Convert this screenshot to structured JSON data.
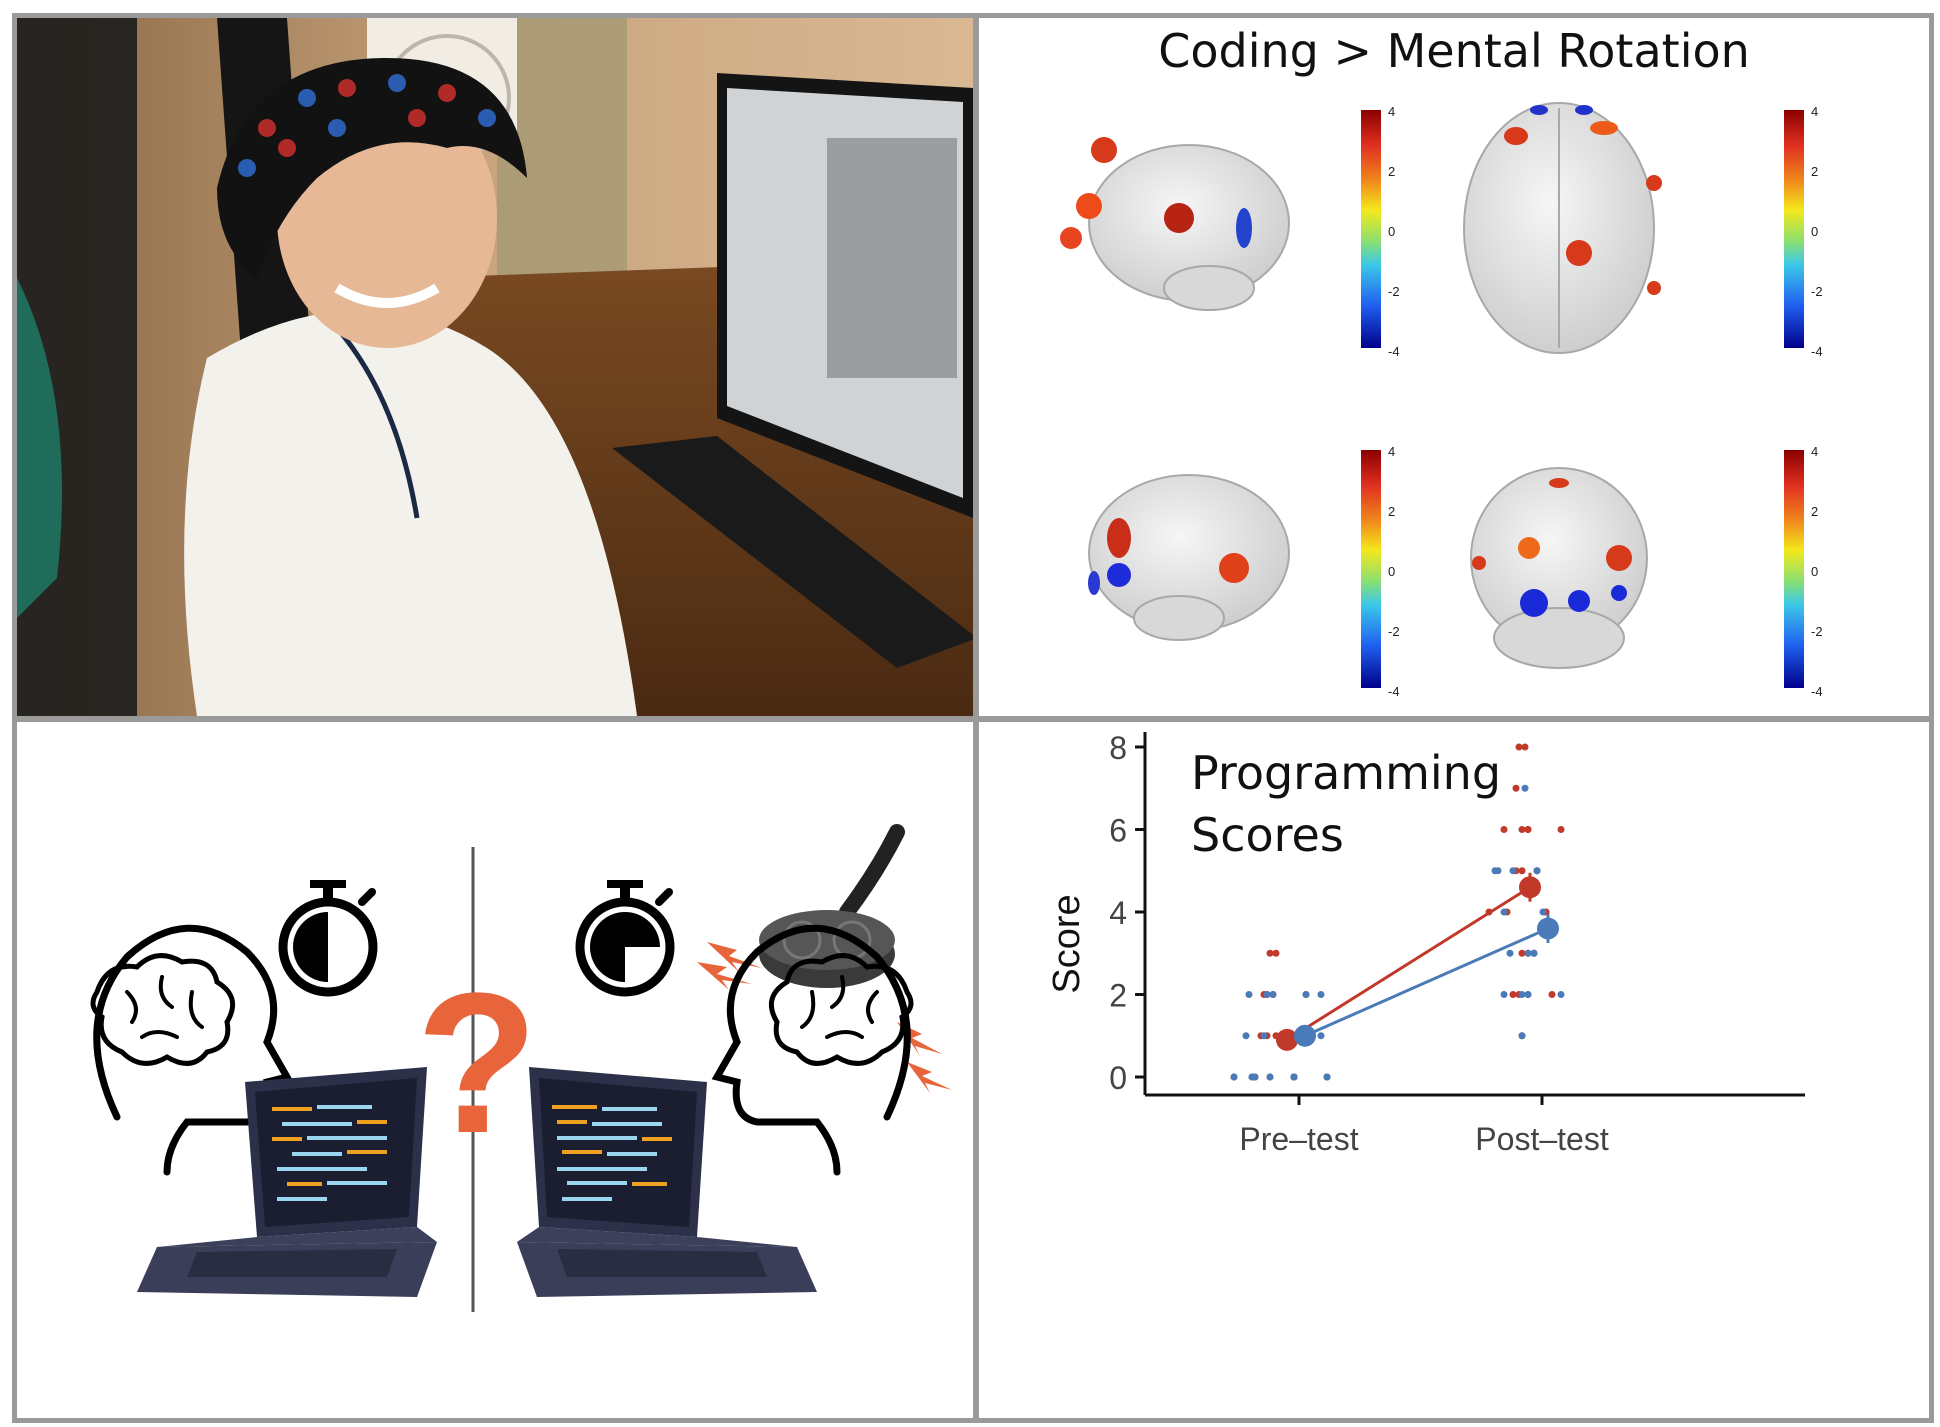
{
  "brain_panel": {
    "title": "Coding > Mental Rotation",
    "colorbar_ticks": [
      "4",
      "2",
      "0",
      "-2",
      "-4"
    ],
    "colorbar_colors": [
      "#8b0000",
      "#e03020",
      "#f08a1c",
      "#f4e81c",
      "#8ce070",
      "#3cc8e8",
      "#2060f0",
      "#00008b"
    ]
  },
  "illustration_panel": {
    "icons": [
      "brain-head-icon",
      "stopwatch-half-icon",
      "laptop-code-icon",
      "question-mark-icon",
      "stopwatch-three-quarter-icon",
      "tms-coil-icon",
      "brain-head-icon"
    ]
  },
  "chart_data": {
    "type": "scatter",
    "title": "Programming Scores",
    "ylabel": "Score",
    "xlabel": "",
    "categories": [
      "Pre–test",
      "Post–test"
    ],
    "ylim": [
      0,
      8
    ],
    "yticks": [
      "0",
      "2",
      "4",
      "6",
      "8"
    ],
    "grid": false,
    "colors": {
      "red": "#c0392b",
      "blue": "#4a7ab7"
    },
    "means": [
      {
        "series": "red",
        "values": [
          0.9,
          4.6
        ],
        "errors": [
          0.1,
          0.35
        ]
      },
      {
        "series": "blue",
        "values": [
          1.0,
          3.6
        ],
        "errors": [
          0.1,
          0.35
        ]
      }
    ],
    "points_red": [
      {
        "x": 0,
        "y": 2
      },
      {
        "x": 0,
        "y": 2
      },
      {
        "x": 0,
        "y": 2
      },
      {
        "x": 0,
        "y": 3
      },
      {
        "x": 0,
        "y": 3
      },
      {
        "x": 0,
        "y": 1
      },
      {
        "x": 0,
        "y": 1
      },
      {
        "x": 0,
        "y": 1
      },
      {
        "x": 0,
        "y": 1
      },
      {
        "x": 0,
        "y": 1
      },
      {
        "x": 0,
        "y": 0
      },
      {
        "x": 0,
        "y": 0
      },
      {
        "x": 0,
        "y": 0
      },
      {
        "x": 0,
        "y": 0
      },
      {
        "x": 0,
        "y": 0
      },
      {
        "x": 0,
        "y": 0
      },
      {
        "x": 0,
        "y": 0
      },
      {
        "x": 0,
        "y": 0
      },
      {
        "x": 0,
        "y": 2
      },
      {
        "x": 0,
        "y": 1
      },
      {
        "x": 1,
        "y": 8
      },
      {
        "x": 1,
        "y": 8
      },
      {
        "x": 1,
        "y": 7
      },
      {
        "x": 1,
        "y": 6
      },
      {
        "x": 1,
        "y": 6
      },
      {
        "x": 1,
        "y": 6
      },
      {
        "x": 1,
        "y": 6
      },
      {
        "x": 1,
        "y": 6
      },
      {
        "x": 1,
        "y": 5
      },
      {
        "x": 1,
        "y": 5
      },
      {
        "x": 1,
        "y": 4
      },
      {
        "x": 1,
        "y": 4
      },
      {
        "x": 1,
        "y": 4
      },
      {
        "x": 1,
        "y": 4
      },
      {
        "x": 1,
        "y": 3
      },
      {
        "x": 1,
        "y": 3
      },
      {
        "x": 1,
        "y": 2
      },
      {
        "x": 1,
        "y": 2
      },
      {
        "x": 1,
        "y": 2
      },
      {
        "x": 1,
        "y": 1
      }
    ],
    "points_blue": [
      {
        "x": 0,
        "y": 2
      },
      {
        "x": 0,
        "y": 2
      },
      {
        "x": 0,
        "y": 2
      },
      {
        "x": 0,
        "y": 2
      },
      {
        "x": 0,
        "y": 1
      },
      {
        "x": 0,
        "y": 1
      },
      {
        "x": 0,
        "y": 1
      },
      {
        "x": 0,
        "y": 1
      },
      {
        "x": 0,
        "y": 1
      },
      {
        "x": 0,
        "y": 1
      },
      {
        "x": 0,
        "y": 0
      },
      {
        "x": 0,
        "y": 0
      },
      {
        "x": 0,
        "y": 0
      },
      {
        "x": 0,
        "y": 0
      },
      {
        "x": 0,
        "y": 0
      },
      {
        "x": 0,
        "y": 0
      },
      {
        "x": 0,
        "y": 0
      },
      {
        "x": 0,
        "y": 0
      },
      {
        "x": 0,
        "y": 0
      },
      {
        "x": 0,
        "y": 2
      },
      {
        "x": 1,
        "y": 7
      },
      {
        "x": 1,
        "y": 5
      },
      {
        "x": 1,
        "y": 5
      },
      {
        "x": 1,
        "y": 5
      },
      {
        "x": 1,
        "y": 5
      },
      {
        "x": 1,
        "y": 5
      },
      {
        "x": 1,
        "y": 5
      },
      {
        "x": 1,
        "y": 4
      },
      {
        "x": 1,
        "y": 4
      },
      {
        "x": 1,
        "y": 3
      },
      {
        "x": 1,
        "y": 3
      },
      {
        "x": 1,
        "y": 3
      },
      {
        "x": 1,
        "y": 3
      },
      {
        "x": 1,
        "y": 3
      },
      {
        "x": 1,
        "y": 2
      },
      {
        "x": 1,
        "y": 2
      },
      {
        "x": 1,
        "y": 2
      },
      {
        "x": 1,
        "y": 2
      },
      {
        "x": 1,
        "y": 2
      },
      {
        "x": 1,
        "y": 1
      }
    ]
  }
}
